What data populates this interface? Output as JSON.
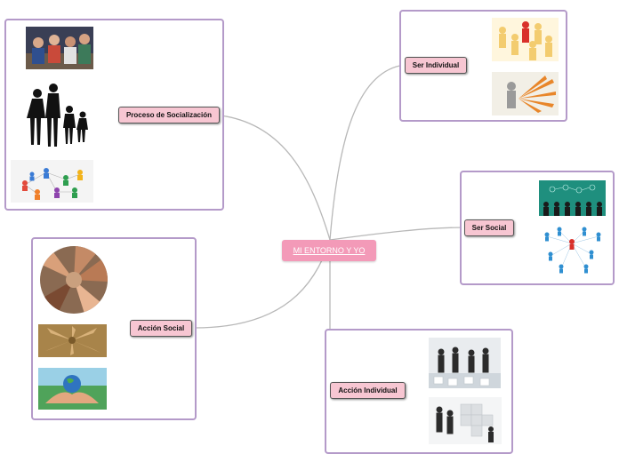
{
  "root": {
    "label": "MI ENTORNO Y YO"
  },
  "branches": {
    "socializacion": {
      "label": "Proceso de Socialización",
      "images": [
        "classroom-people-photo",
        "family-silhouette-icon",
        "social-network-figures-icon"
      ]
    },
    "accion_social": {
      "label": "Acción Social",
      "images": [
        "joined-hands-photo",
        "hands-circle-photo",
        "hands-globe-photo"
      ]
    },
    "ser_individual": {
      "label": "Ser Individual",
      "images": [
        "red-figure-crowd-icon",
        "figure-arrows-icon"
      ]
    },
    "ser_social": {
      "label": "Ser Social",
      "images": [
        "connected-people-board-icon",
        "people-network-icon"
      ]
    },
    "accion_individual": {
      "label": "Acción Individual",
      "images": [
        "business-people-photo",
        "business-puzzle-photo"
      ]
    }
  },
  "colors": {
    "node_fill": "#f7c6d2",
    "root_fill": "#f39ab8",
    "frame_border": "#b49ac9",
    "connector": "#b8b8b8"
  }
}
